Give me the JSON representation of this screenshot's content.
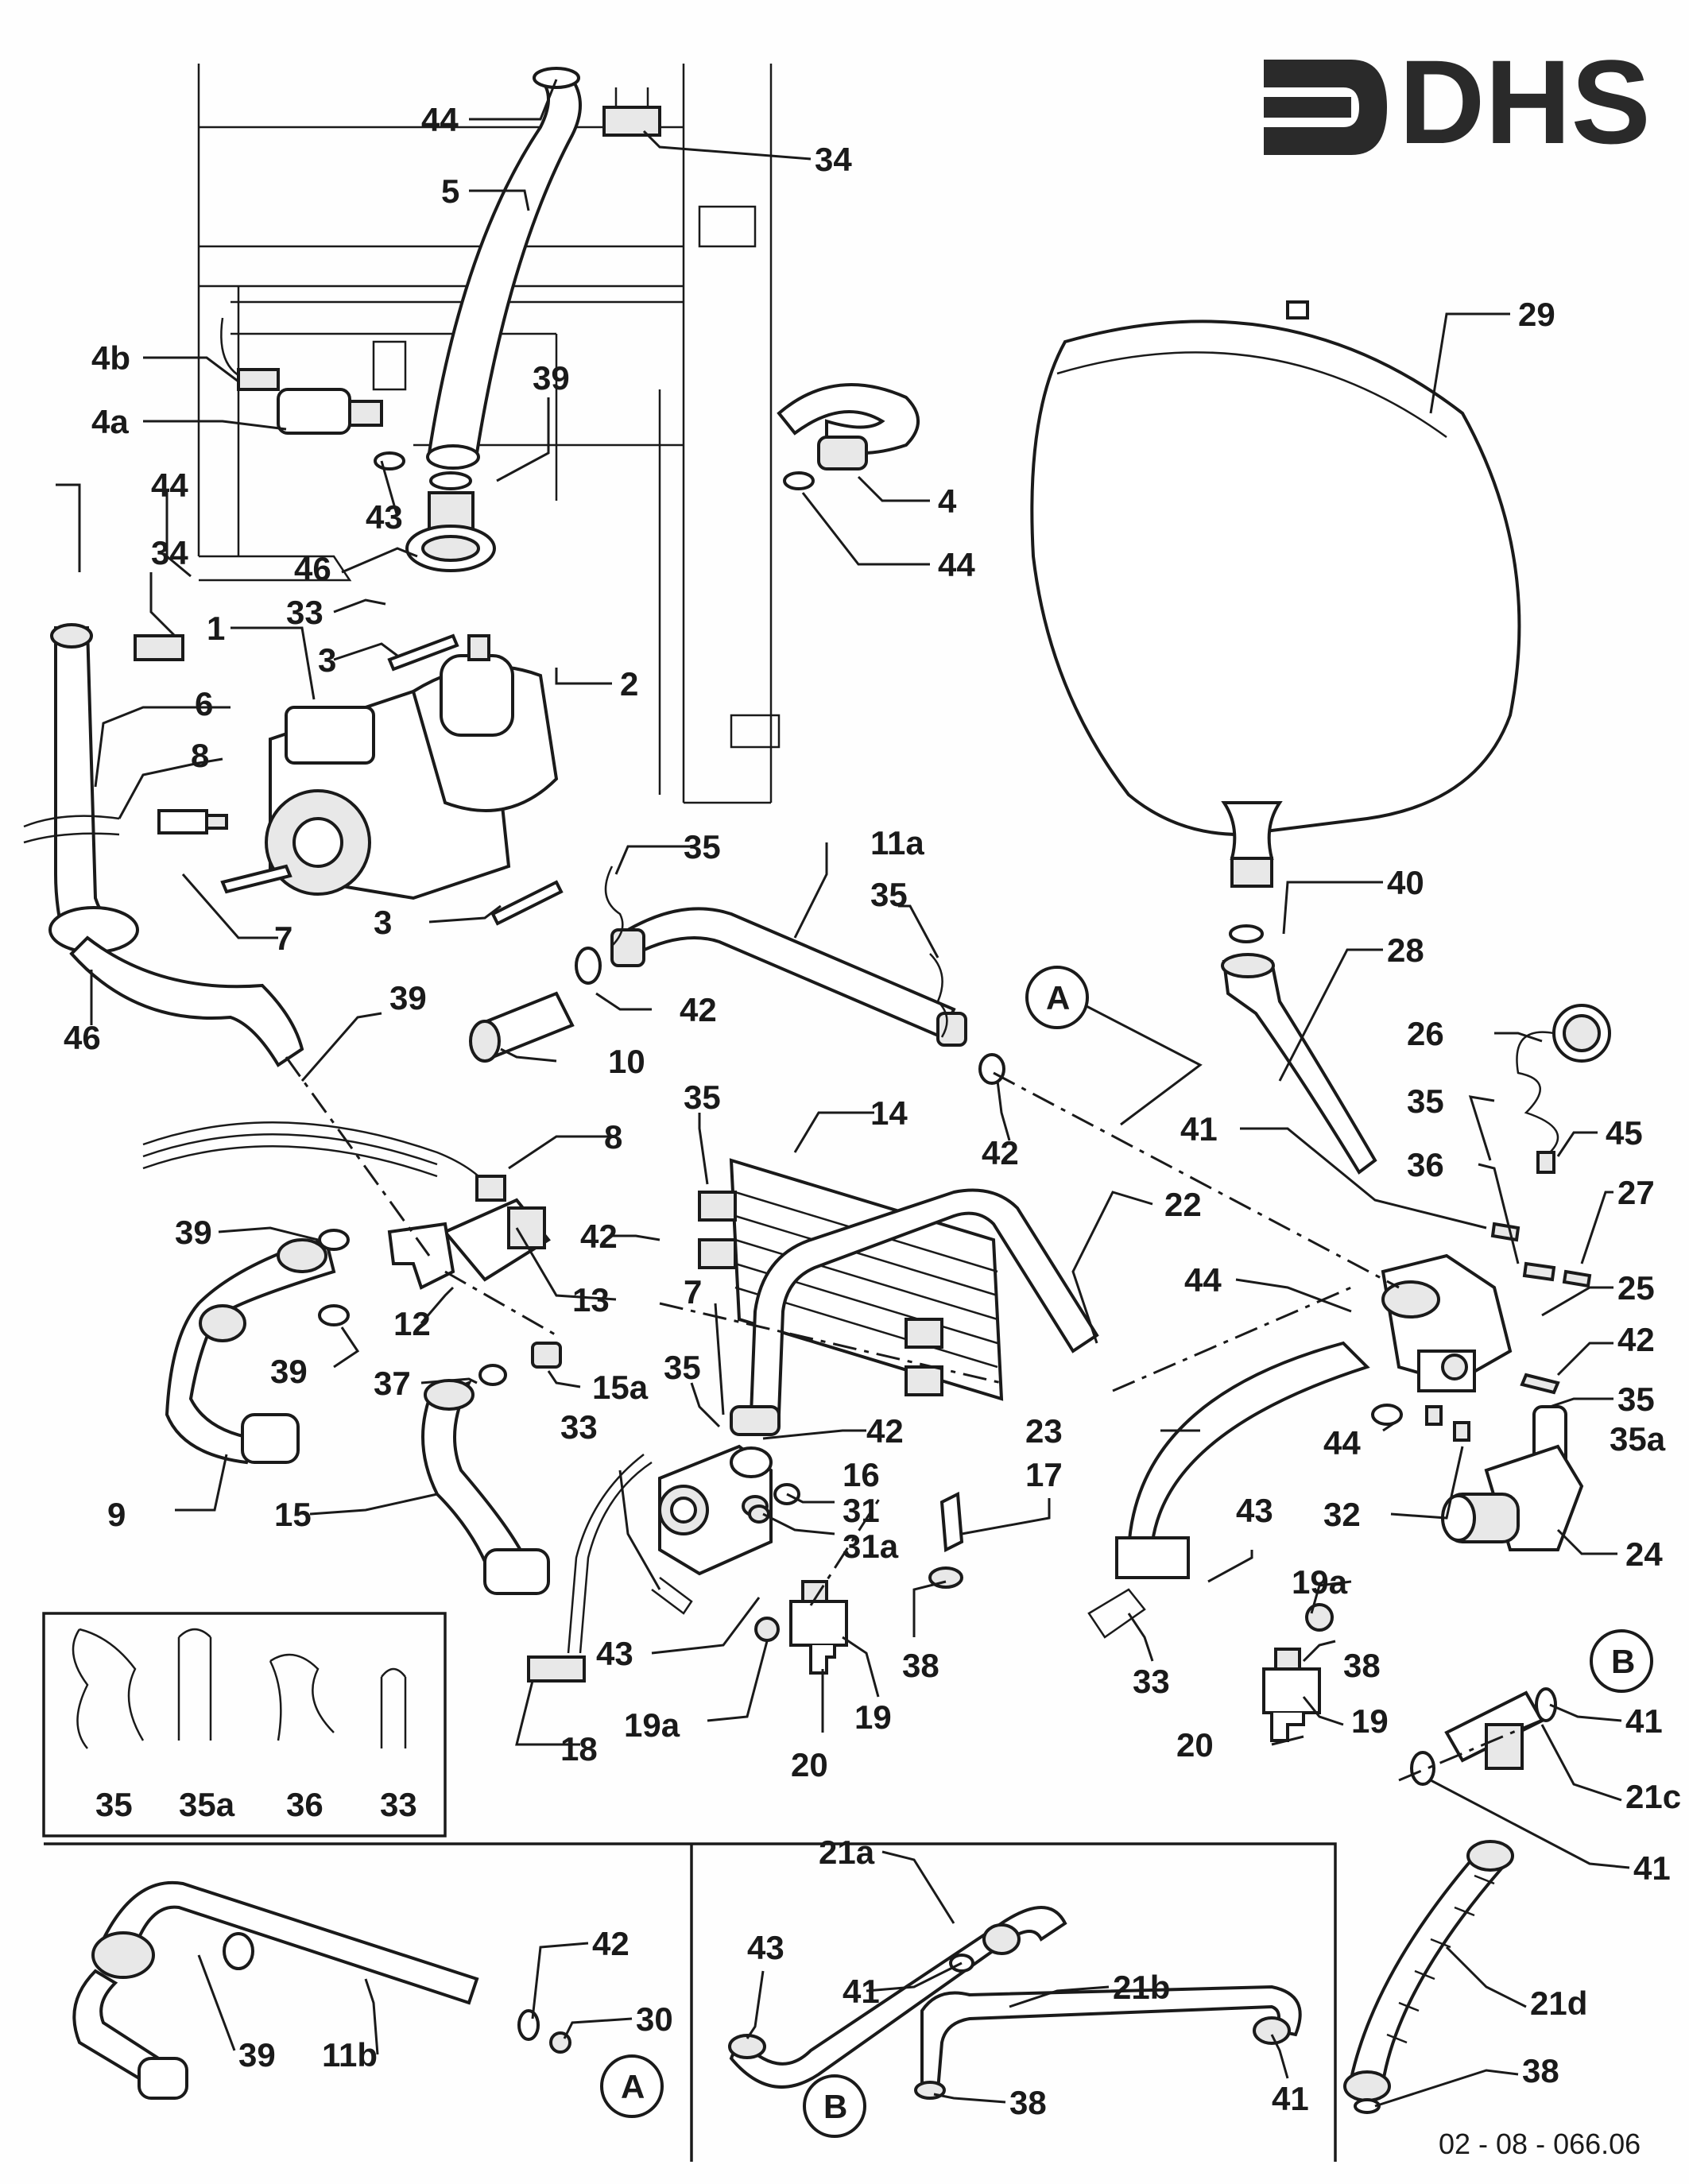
{
  "logo": {
    "text": "DHS"
  },
  "drawing_number": "02 - 08 - 066.06",
  "callouts": {
    "c44_top": "44",
    "c34_top": "34",
    "c5": "5",
    "c4b": "4b",
    "c4a": "4a",
    "c39_a": "39",
    "c43_a": "43",
    "c46_a": "46",
    "c4": "4",
    "c44_b": "44",
    "c44_c": "44",
    "c34_b": "34",
    "c33_a": "33",
    "c3_a": "3",
    "c1": "1",
    "c2": "2",
    "c6": "6",
    "c8_a": "8",
    "c7_a": "7",
    "c3_b": "3",
    "c35_a": "35",
    "c11a": "11a",
    "c35_b": "35",
    "c46_b": "46",
    "c39_b": "39",
    "c10": "10",
    "c42_a": "42",
    "c42_b": "42",
    "c8_b": "8",
    "c35_c": "35",
    "c14": "14",
    "c39_c": "39",
    "c42_c": "42",
    "c13": "13",
    "c12": "12",
    "c39_d": "39",
    "c7_b": "7",
    "c37": "37",
    "c15a": "15a",
    "c35_d": "35",
    "c22": "22",
    "c42_d": "42",
    "c33_b": "33",
    "c16": "16",
    "c31": "31",
    "c31a": "31a",
    "c17": "17",
    "c9": "9",
    "c15": "15",
    "c43_b": "43",
    "c38_a": "38",
    "c19_a": "19",
    "c19a_a": "19a",
    "c20_a": "20",
    "c18": "18",
    "c29": "29",
    "c40": "40",
    "c28": "28",
    "c26": "26",
    "c35_e": "35",
    "c45": "45",
    "c41_a": "41",
    "c36_a": "36",
    "c27": "27",
    "c25": "25",
    "c44_d": "44",
    "c42_e": "42",
    "c35_f": "35",
    "c35a_a": "35a",
    "c23": "23",
    "c44_e": "44",
    "c32": "32",
    "c24": "24",
    "c43_c": "43",
    "c19a_b": "19a",
    "c38_b": "38",
    "c33_c": "33",
    "c19_b": "19",
    "c20_b": "20",
    "c41_b": "41",
    "c21c": "21c",
    "c41_c": "41",
    "c21d": "21d",
    "c38_c": "38",
    "c39_e": "39",
    "c11b": "11b",
    "c42_f": "42",
    "c30": "30",
    "c21a": "21a",
    "c43_d": "43",
    "c41_d": "41",
    "c21b": "21b",
    "c41_e": "41",
    "c38_d": "38"
  },
  "ref_circles": {
    "A_1": "A",
    "B_1": "B",
    "A_2": "A",
    "B_2": "B"
  },
  "legend": {
    "clip_35": "35",
    "clip_35a": "35a",
    "clip_36": "36",
    "clip_33": "33"
  }
}
